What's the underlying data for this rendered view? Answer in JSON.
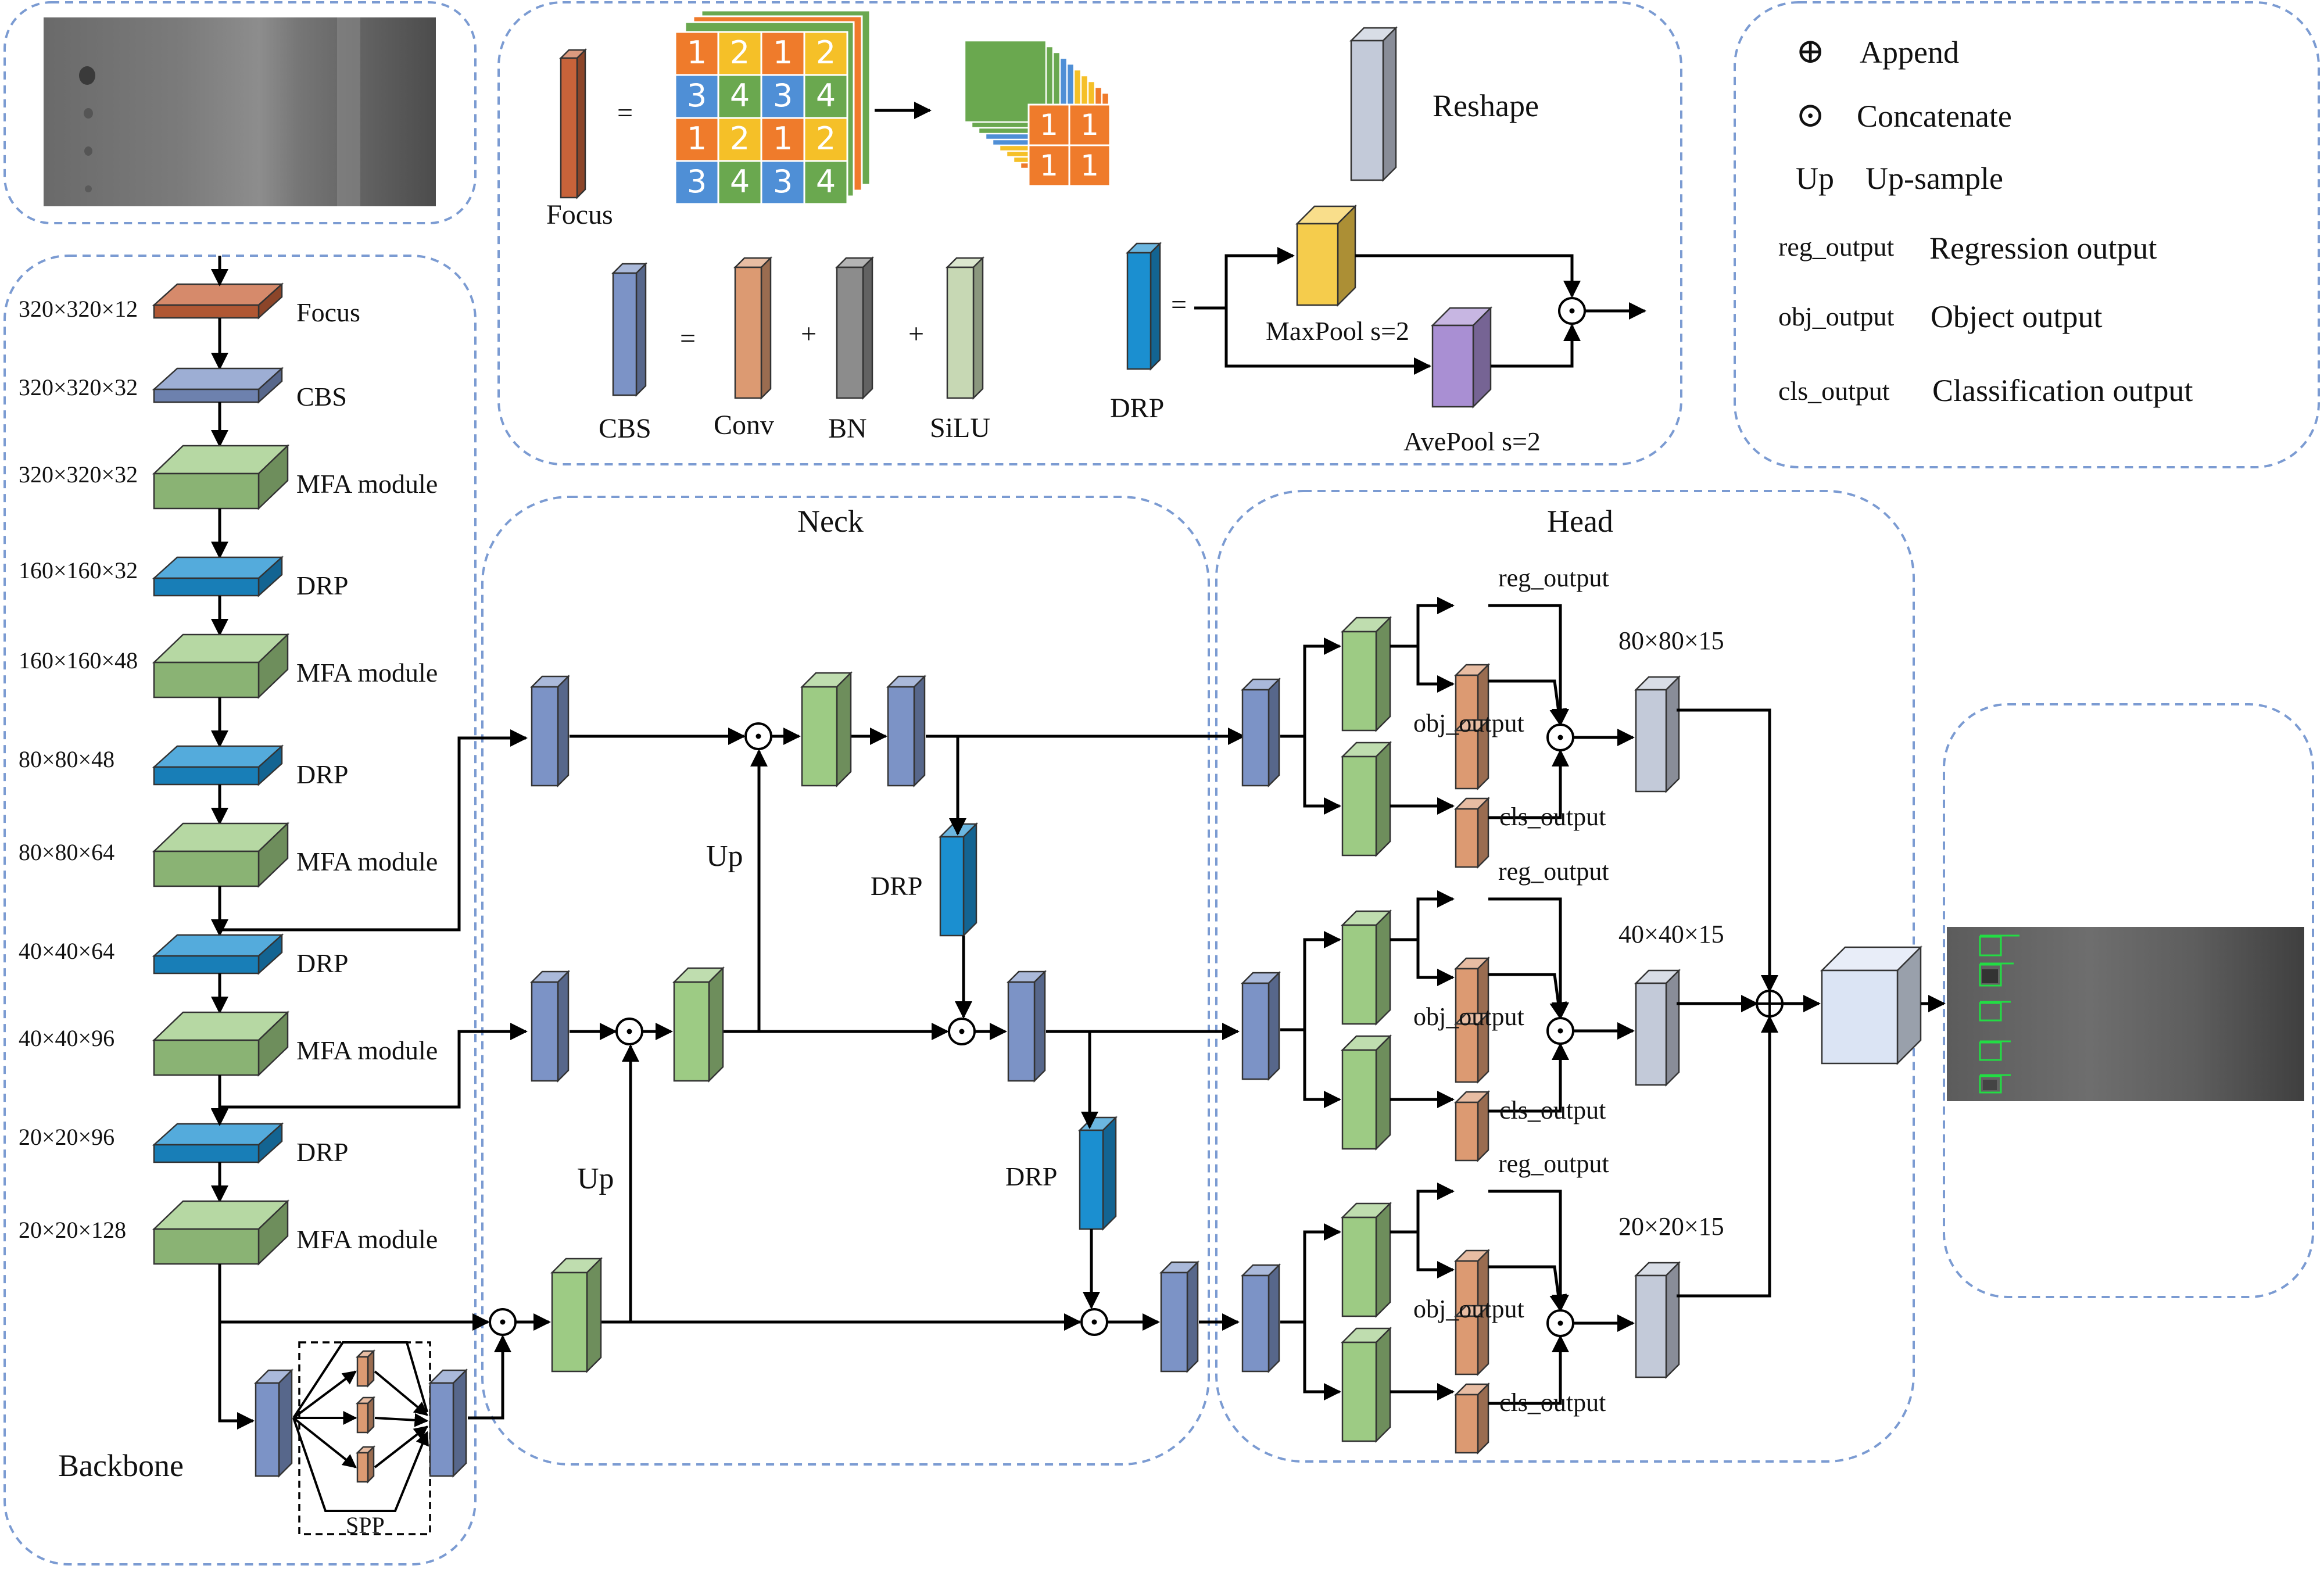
{
  "colors": {
    "focus": "#c8633a",
    "cbs": "#7c93c6",
    "mfa": "#9dcb84",
    "drp": "#1b8fd0",
    "conv": "#dc9a72",
    "bn": "#8c8c8c",
    "silu": "#c7d8b4",
    "maxpool": "#f5cc4c",
    "avepool": "#a98fd3",
    "reshape": "#c3cad9",
    "region_border": "#7b9bd2",
    "grid_orange": "#ef7b2b",
    "grid_yellow": "#f5c028",
    "grid_blue": "#4f8fd6",
    "grid_green": "#6aa84f"
  },
  "legend": {
    "append_symbol": "⊕",
    "append_label": "Append",
    "concat_symbol": "⊙",
    "concat_label": "Concatenate",
    "up_symbol": "Up",
    "up_label": "Up-sample",
    "reg_symbol": "reg_output",
    "reg_label": "Regression output",
    "obj_symbol": "obj_output",
    "obj_label": "Object output",
    "cls_symbol": "cls_output",
    "cls_label": "Classification output"
  },
  "defs": {
    "focus_label": "Focus",
    "equals": "=",
    "plus": "+",
    "grid_top": [
      "1",
      "2",
      "1",
      "2",
      "3",
      "4",
      "3",
      "4",
      "1",
      "2",
      "1",
      "2",
      "3",
      "4",
      "3",
      "4"
    ],
    "grid_sliced": [
      "1",
      "1",
      "1",
      "1"
    ],
    "reshape_label": "Reshape",
    "cbs_label": "CBS",
    "conv_label": "Conv",
    "bn_label": "BN",
    "silu_label": "SiLU",
    "drp_label": "DRP",
    "maxpool_label": "MaxPool s=2",
    "avepool_label": "AvePool s=2"
  },
  "backbone": {
    "title": "Backbone",
    "spp_label": "SPP",
    "layers": [
      {
        "dim": "320×320×12",
        "name": "Focus"
      },
      {
        "dim": "320×320×32",
        "name": "CBS"
      },
      {
        "dim": "320×320×32",
        "name": "MFA module"
      },
      {
        "dim": "160×160×32",
        "name": "DRP"
      },
      {
        "dim": "160×160×48",
        "name": "MFA module"
      },
      {
        "dim": "80×80×48",
        "name": "DRP"
      },
      {
        "dim": "80×80×64",
        "name": "MFA module"
      },
      {
        "dim": "40×40×64",
        "name": "DRP"
      },
      {
        "dim": "40×40×96",
        "name": "MFA module"
      },
      {
        "dim": "20×20×96",
        "name": "DRP"
      },
      {
        "dim": "20×20×128",
        "name": "MFA module"
      }
    ]
  },
  "neck": {
    "title": "Neck",
    "up1": "Up",
    "up2": "Up",
    "drp1": "DRP",
    "drp2": "DRP"
  },
  "head": {
    "title": "Head",
    "branches": [
      {
        "reg": "reg_output",
        "obj": "obj_output",
        "cls": "cls_output",
        "dim": "80×80×15"
      },
      {
        "reg": "reg_output",
        "obj": "obj_output",
        "cls": "cls_output",
        "dim": "40×40×15"
      },
      {
        "reg": "reg_output",
        "obj": "obj_output",
        "cls": "cls_output",
        "dim": "20×20×15"
      }
    ]
  }
}
